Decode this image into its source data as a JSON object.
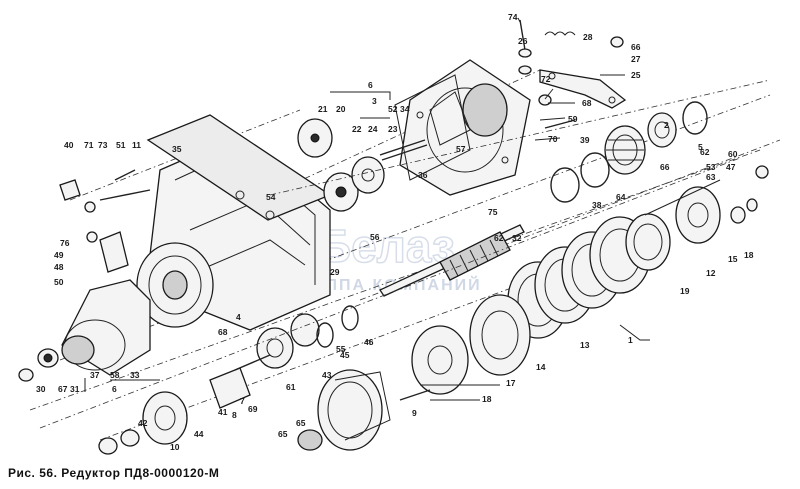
{
  "caption": "Рис. 56. Редуктор ПД8-0000120-М",
  "watermark": {
    "logo": "Белаз",
    "sub": "ГРУППА КОМПАНИЙ"
  },
  "callouts": [
    "74",
    "26",
    "28",
    "66",
    "27",
    "25",
    "72",
    "6",
    "34",
    "68",
    "21",
    "20",
    "3",
    "52",
    "22",
    "24",
    "23",
    "59",
    "70",
    "57",
    "36",
    "35",
    "40",
    "71",
    "73",
    "51",
    "11",
    "54",
    "39",
    "66",
    "62",
    "60",
    "53",
    "47",
    "75",
    "62",
    "32",
    "64",
    "38",
    "76",
    "49",
    "48",
    "50",
    "29",
    "56",
    "12",
    "15",
    "18",
    "19",
    "68",
    "4",
    "46",
    "45",
    "43",
    "13",
    "1",
    "37",
    "58",
    "33",
    "6",
    "41",
    "9",
    "14",
    "17",
    "18",
    "65",
    "30",
    "67",
    "31",
    "42",
    "10",
    "44",
    "7",
    "8",
    "69",
    "65",
    "55",
    "61",
    "2",
    "5",
    "63"
  ]
}
